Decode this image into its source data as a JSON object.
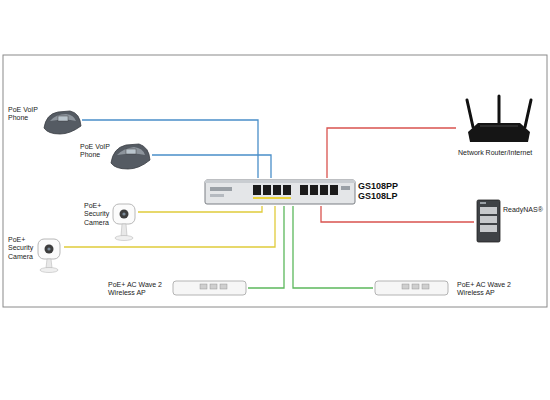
{
  "diagram": {
    "nodes": [
      {
        "text": [
          "PoE VoIP Phone"
        ]
      },
      {
        "text": [
          "Network Router/Internet"
        ]
      },
      {
        "text": [
          "PoE VoIP Phone"
        ]
      },
      {
        "text": [
          "GS108PP GS108LP"
        ]
      },
      {
        "text": [
          "PoE+ Security Camera"
        ]
      },
      {
        "text": [
          "ReadyNAS®"
        ]
      },
      {
        "text": [
          "PoE+ Security Camera"
        ]
      },
      {
        "text": [
          "PoE+ AC Wave 2 Wireless AP"
        ]
      },
      {
        "text": [
          "PoE+ AC Wave 2 Wireless AP"
        ]
      }
    ],
    "edges": [
      {
        "from": 0,
        "to": 3,
        "arrow": "none"
      },
      {
        "from": 2,
        "to": 3,
        "arrow": "none"
      },
      {
        "from": 1,
        "to": 3,
        "arrow": "none"
      },
      {
        "from": 5,
        "to": 3,
        "arrow": "none"
      },
      {
        "from": 4,
        "to": 3,
        "arrow": "none"
      },
      {
        "from": 6,
        "to": 3,
        "arrow": "none"
      },
      {
        "from": 7,
        "to": 3,
        "arrow": "none"
      },
      {
        "from": 8,
        "to": 3,
        "arrow": "none"
      }
    ]
  }
}
